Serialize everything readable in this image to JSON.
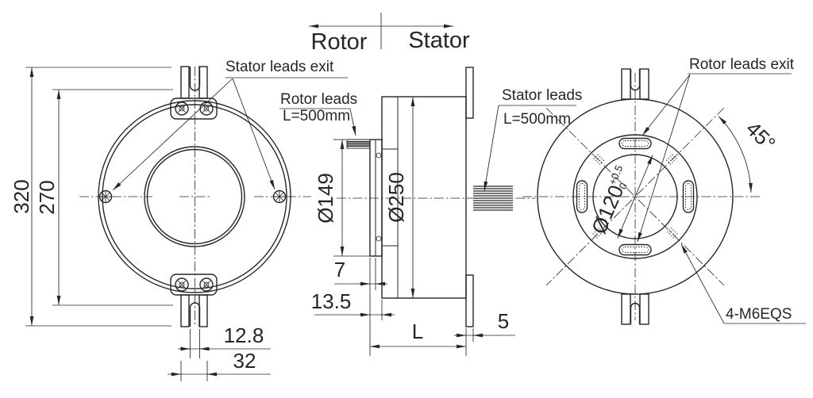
{
  "header": {
    "rotor": "Rotor",
    "stator": "Stator"
  },
  "front_view": {
    "dim_320": "320",
    "dim_270": "270",
    "dim_12_8": "12.8",
    "dim_32": "32",
    "stator_leads_exit": "Stator leads exit"
  },
  "section_view": {
    "rotor_leads": "Rotor leads",
    "rotor_leads_length": "L=500mm",
    "stator_leads": "Stator leads",
    "stator_leads_length": "L=500mm",
    "dim_d149": "Ø149",
    "dim_d250": "Ø250",
    "dim_7": "7",
    "dim_13_5": "13.5",
    "dim_L": "L",
    "dim_5": "5"
  },
  "rear_view": {
    "rotor_leads_exit": "Rotor leads exit",
    "dim_45": "45°",
    "dim_d120": "Ø120",
    "dim_d120_tol_upper": "+0.5",
    "dim_d120_tol_lower": "0",
    "thread_note": "4-M6EQS"
  },
  "colors": {
    "line": "#262626",
    "background": "#ffffff"
  }
}
